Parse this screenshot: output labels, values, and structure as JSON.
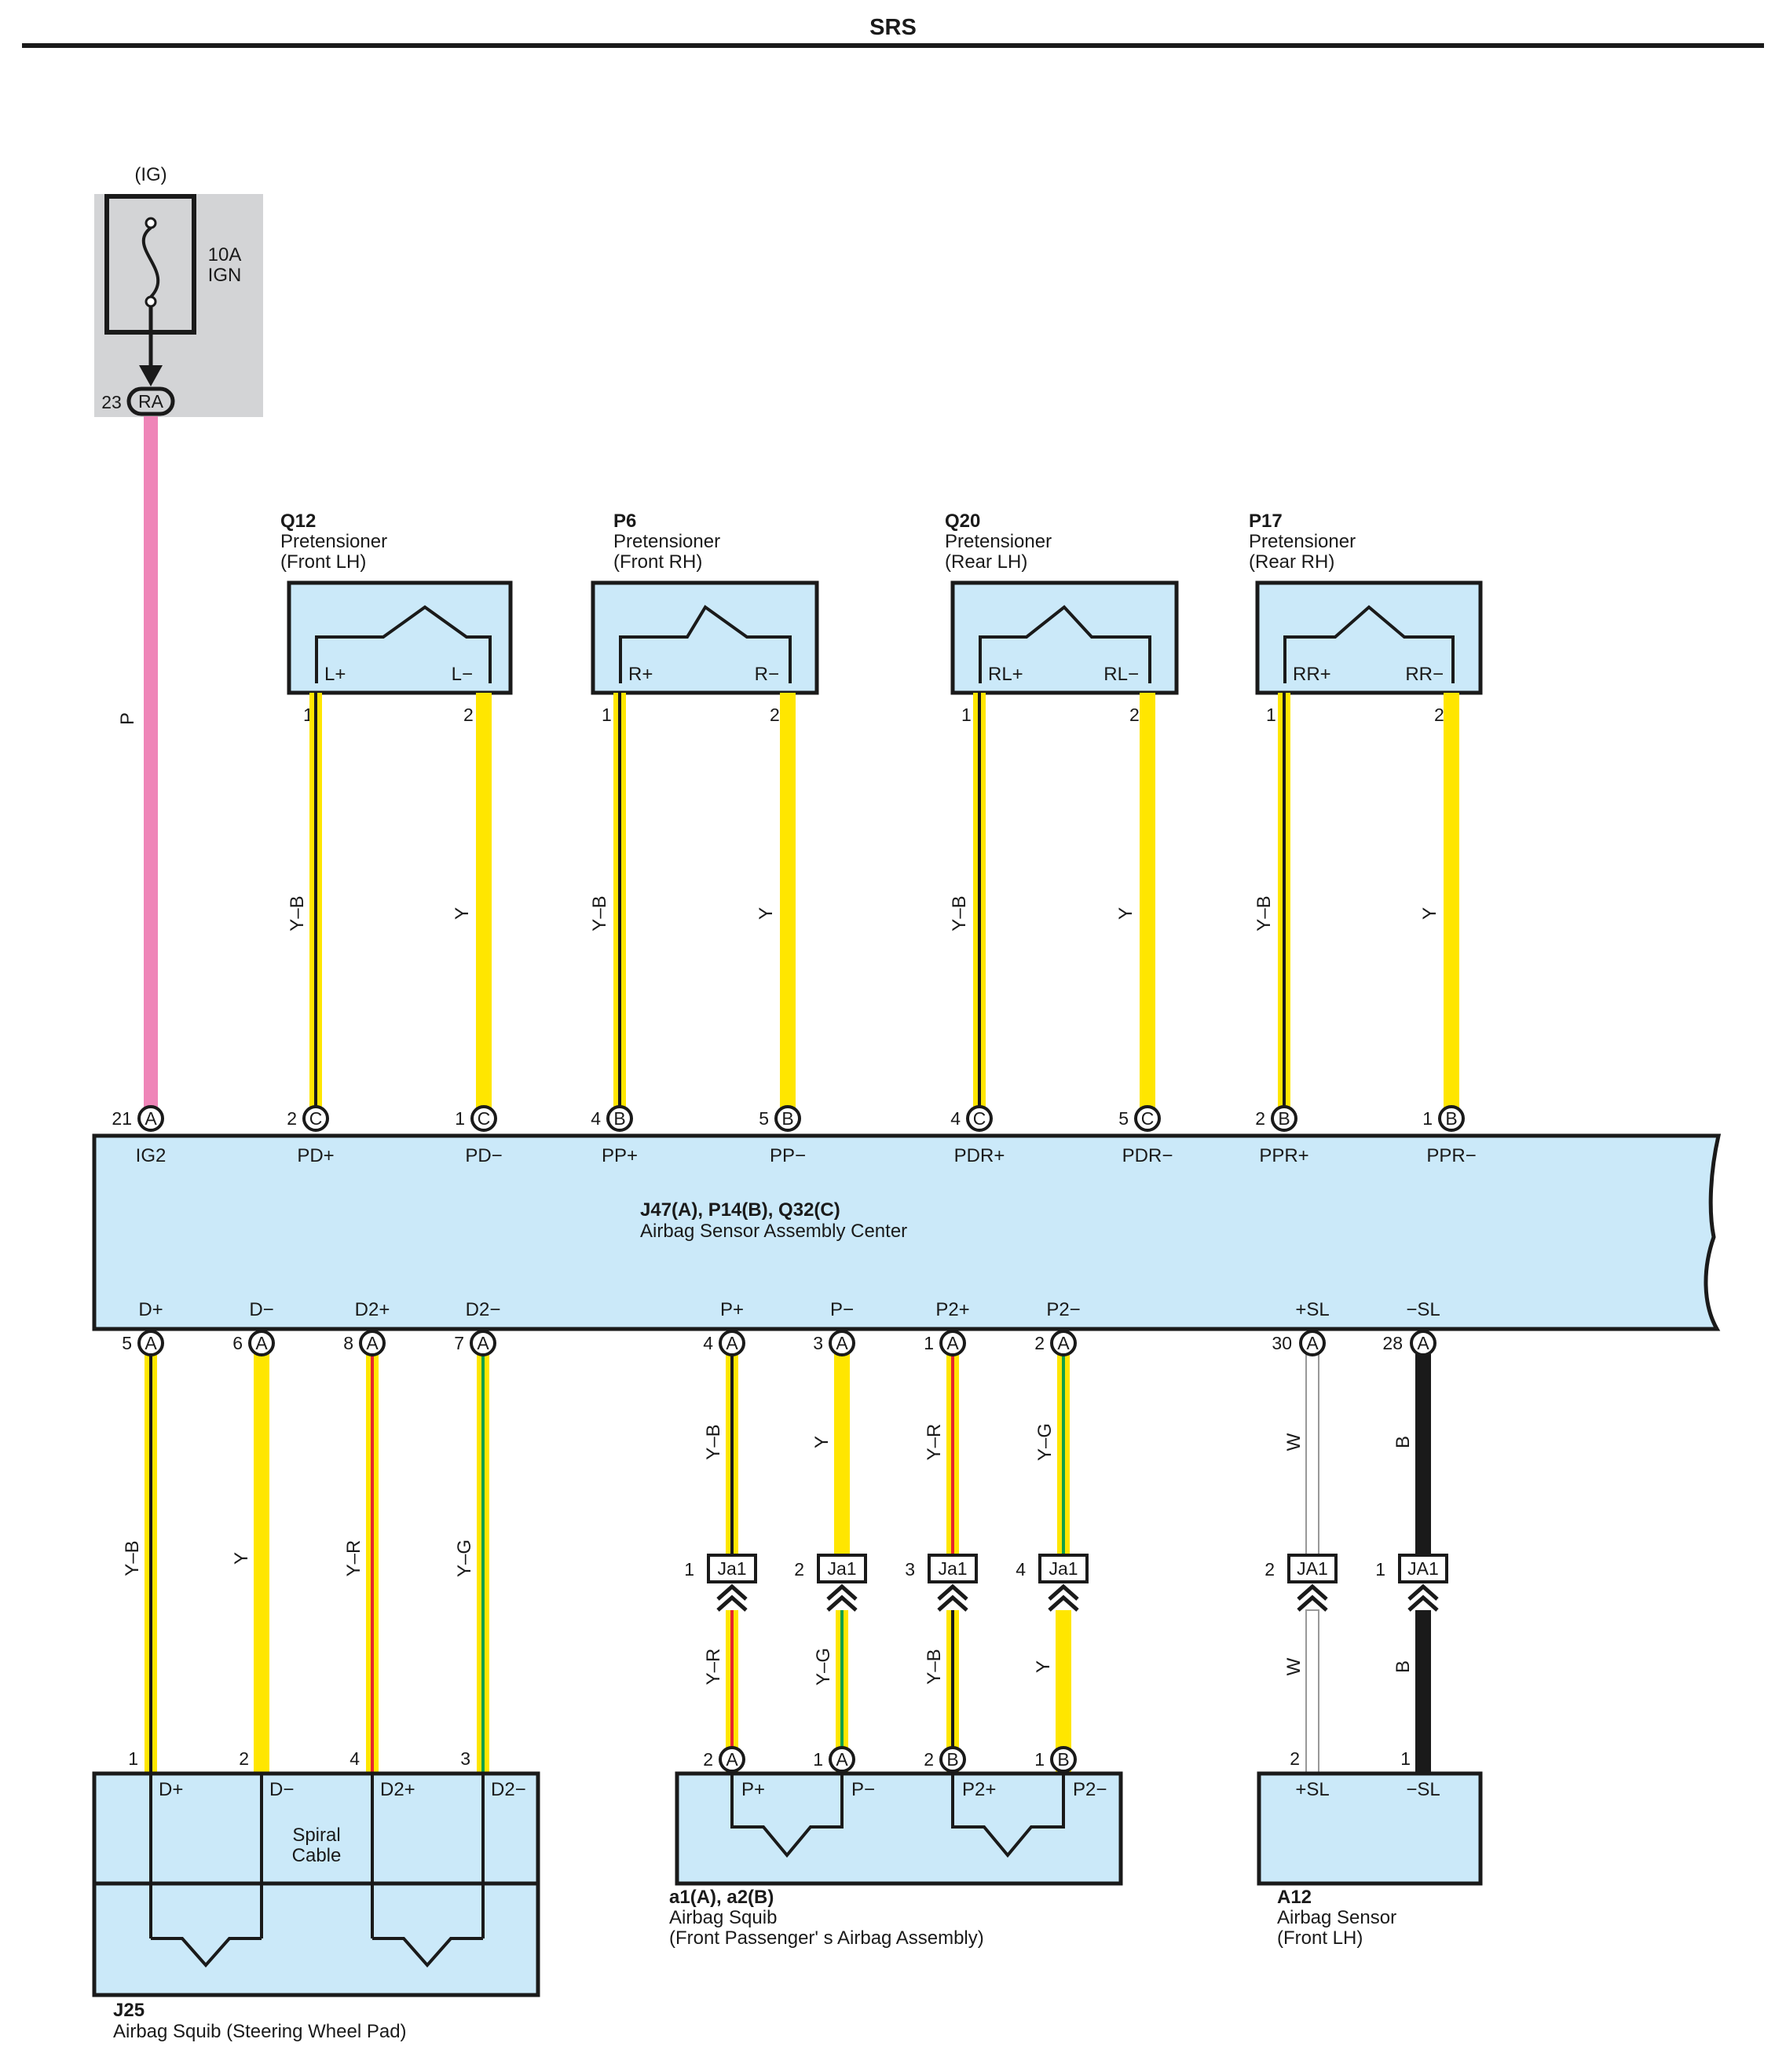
{
  "title": "SRS",
  "fuse": {
    "supply": "(IG)",
    "rating": "10A",
    "name": "IGN",
    "pin": "23",
    "connector": "RA"
  },
  "center": {
    "id": "J47(A), P14(B), Q32(C)",
    "name": "Airbag Sensor Assembly Center",
    "top_terminals": [
      "IG2",
      "PD+",
      "PD−",
      "PP+",
      "PP−",
      "PDR+",
      "PDR−",
      "PPR+",
      "PPR−"
    ],
    "top_pins": [
      {
        "num": "21",
        "conn": "A"
      },
      {
        "num": "2",
        "conn": "C"
      },
      {
        "num": "1",
        "conn": "C"
      },
      {
        "num": "4",
        "conn": "B"
      },
      {
        "num": "5",
        "conn": "B"
      },
      {
        "num": "4",
        "conn": "C"
      },
      {
        "num": "5",
        "conn": "C"
      },
      {
        "num": "2",
        "conn": "B"
      },
      {
        "num": "1",
        "conn": "B"
      }
    ],
    "bottom_terminals": [
      "D+",
      "D−",
      "D2+",
      "D2−",
      "P+",
      "P−",
      "P2+",
      "P2−",
      "+SL",
      "−SL"
    ],
    "bottom_pins": [
      {
        "num": "5",
        "conn": "A"
      },
      {
        "num": "6",
        "conn": "A"
      },
      {
        "num": "8",
        "conn": "A"
      },
      {
        "num": "7",
        "conn": "A"
      },
      {
        "num": "4",
        "conn": "A"
      },
      {
        "num": "3",
        "conn": "A"
      },
      {
        "num": "1",
        "conn": "A"
      },
      {
        "num": "2",
        "conn": "A"
      },
      {
        "num": "30",
        "conn": "A"
      },
      {
        "num": "28",
        "conn": "A"
      }
    ]
  },
  "pretensioners": [
    {
      "id": "Q12",
      "name": "Pretensioner",
      "position": "(Front LH)",
      "t1": "L+",
      "t2": "L−",
      "p1": "1",
      "p2": "2"
    },
    {
      "id": "P6",
      "name": "Pretensioner",
      "position": "(Front RH)",
      "t1": "R+",
      "t2": "R−",
      "p1": "1",
      "p2": "2"
    },
    {
      "id": "Q20",
      "name": "Pretensioner",
      "position": "(Rear LH)",
      "t1": "RL+",
      "t2": "RL−",
      "p1": "1",
      "p2": "2"
    },
    {
      "id": "P17",
      "name": "Pretensioner",
      "position": "(Rear RH)",
      "t1": "RR+",
      "t2": "RR−",
      "p1": "1",
      "p2": "2"
    }
  ],
  "top_wire_colors": [
    "P",
    "Y–B",
    "Y",
    "Y–B",
    "Y",
    "Y–B",
    "Y",
    "Y–B",
    "Y"
  ],
  "bottom_wire_colors": [
    "Y–B",
    "Y",
    "Y–R",
    "Y–G",
    "Y–B",
    "Y",
    "Y–R",
    "Y–G",
    "W",
    "B"
  ],
  "lower_wire_colors": [
    "Y–R",
    "Y–G",
    "Y–B",
    "Y",
    "W",
    "B"
  ],
  "junctions": [
    {
      "num": "1",
      "name": "Ja1"
    },
    {
      "num": "2",
      "name": "Ja1"
    },
    {
      "num": "3",
      "name": "Ja1"
    },
    {
      "num": "4",
      "name": "Ja1"
    },
    {
      "num": "2",
      "name": "JA1"
    },
    {
      "num": "1",
      "name": "JA1"
    }
  ],
  "steering_squib": {
    "id": "J25",
    "name": "Airbag Squib (Steering Wheel Pad)",
    "terminals": [
      "D+",
      "D−",
      "D2+",
      "D2−"
    ],
    "pins": [
      "1",
      "2",
      "4",
      "3"
    ],
    "cable_line1": "Spiral",
    "cable_line2": "Cable"
  },
  "passenger_squib": {
    "id": "a1(A), a2(B)",
    "name": "Airbag Squib",
    "detail": "(Front Passenger' s Airbag Assembly)",
    "terminals": [
      "P+",
      "P−",
      "P2+",
      "P2−"
    ],
    "pins": [
      {
        "num": "2",
        "conn": "A"
      },
      {
        "num": "1",
        "conn": "A"
      },
      {
        "num": "2",
        "conn": "B"
      },
      {
        "num": "1",
        "conn": "B"
      }
    ]
  },
  "airbag_sensor": {
    "id": "A12",
    "name": "Airbag Sensor",
    "position": "(Front LH)",
    "terminals": [
      "+SL",
      "−SL"
    ],
    "pins": [
      "2",
      "1"
    ]
  },
  "colors": {
    "box_fill": "#cbe9f9",
    "fuse_bg": "#d3d4d6",
    "pink": "#ef85b8",
    "yellow": "#ffe600",
    "black": "#1a1a1a",
    "red": "#e8262c",
    "green": "#12a04a",
    "white_wire": "#ffffff"
  }
}
